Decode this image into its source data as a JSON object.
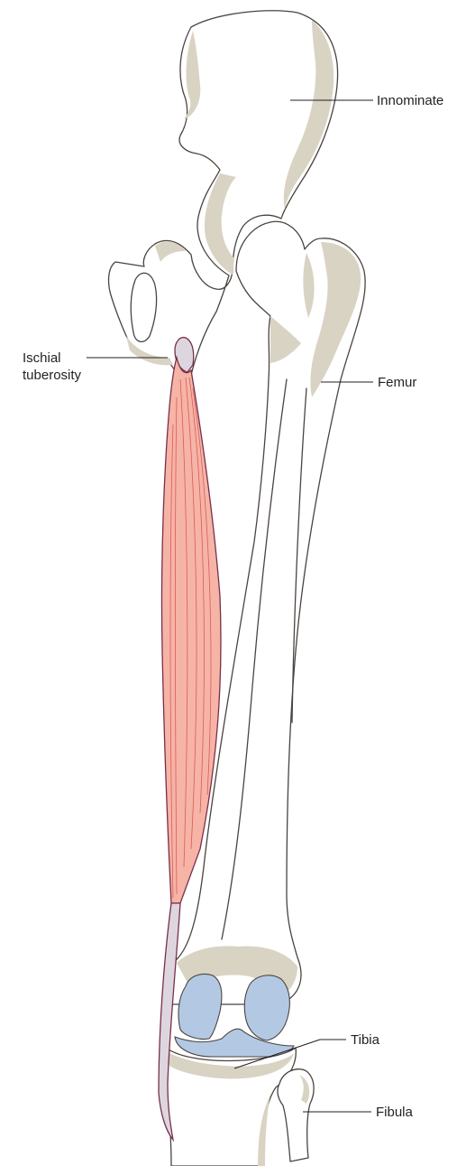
{
  "labels": {
    "innominate": "Innominate",
    "ischial_line1": "Ischial",
    "ischial_line2": "tuberosity",
    "femur": "Femur",
    "tibia": "Tibia",
    "fibula": "Fibula"
  },
  "colors": {
    "bone_outline": "#4a4440",
    "bone_shade": "#d9d3c3",
    "muscle": "#f6b4a6",
    "muscle_outline": "#7a2e4a",
    "tendon": "#ddd6df",
    "cartilage": "#b3c9e3",
    "label_text": "#231f20"
  }
}
